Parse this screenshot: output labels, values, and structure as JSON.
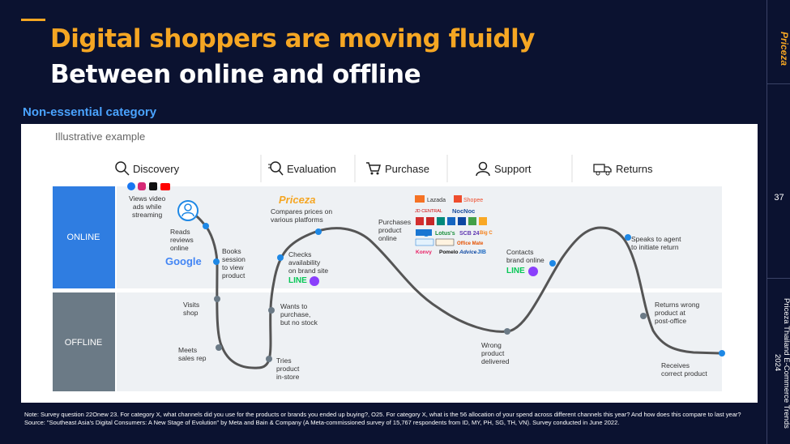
{
  "header": {
    "title_line1": "Digital shoppers are moving fluidly",
    "title_line2": "Between online and offline",
    "subtitle": "Non-essential category"
  },
  "panel": {
    "illustrative": "Illustrative example",
    "stages": [
      "Discovery",
      "Evaluation",
      "Purchase",
      "Support",
      "Returns"
    ],
    "rows": {
      "online": "ONLINE",
      "offline": "OFFLINE"
    },
    "labels": {
      "views_video": "Views video\nads while\nstreaming",
      "reads_reviews": "Reads\nreviews\nonline",
      "google": "Google",
      "books_session": "Books\nsession\nto view\nproduct",
      "visits_shop": "Visits\nshop",
      "meets_rep": "Meets\nsales rep",
      "priceza": "Priceza",
      "compares": "Compares prices on\nvarious platforms",
      "checks": "Checks\navailability\non brand site",
      "line1": "LINE",
      "wants": "Wants to\npurchase,\nbut no stock",
      "tries": "Tries\nproduct\nin-store",
      "purchases": "Purchases\nproduct\nonline",
      "wrong": "Wrong\nproduct\ndelivered",
      "contacts": "Contacts\nbrand online",
      "line2": "LINE",
      "speaks": "Speaks to agent\nto initiate return",
      "returns_wrong": "Returns wrong\nproduct at\npost-office",
      "receives": "Receives\ncorrect product"
    },
    "logos": [
      "Lazada",
      "Shopee",
      "JD CENTRAL",
      "NocNoc",
      "Lotus's",
      "SCB 24",
      "Konvy",
      "Pomelo",
      "Advice",
      "JIB",
      "Office Mate",
      "Big C"
    ]
  },
  "sidebar": {
    "brand": "Priceza",
    "page": "37",
    "report": "Priceza Thailand E-Commerce Trends 2024"
  },
  "footnote": "Note: Survey question 22Onew 23. For category X, what channels did you use for the products or brands you ended up buying?, O25. For category X, what is the 56 allocation of your spend across different channels this year? And how does this compare to last year? Source: \"Southeast Asia's Digital Consumers: A New Stage of Evolution\" by Meta and Bain & Company (A Meta-commissioned survey of 15,767 respondents from ID, MY, PH, SG, TH, VN). Survey conducted in June 2022.",
  "colors": {
    "background": "#0b1230",
    "accent": "#f5a623",
    "online_row": "#2f7de1",
    "offline_row": "#6b7a86",
    "dot": "#1e88e5"
  }
}
